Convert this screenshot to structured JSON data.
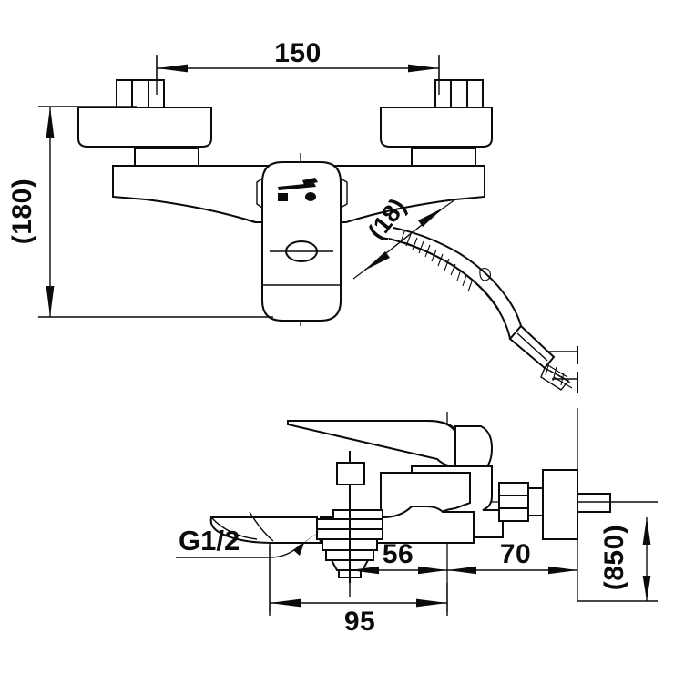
{
  "drawing": {
    "title": "Wall-mounted bath shower mixer tap dimension drawing",
    "line_color": "#0b0b0b",
    "background_color": "#ffffff",
    "units": "mm"
  },
  "dimensions": {
    "width_150": "150",
    "height_180": "(180)",
    "hose_18": "(18)",
    "offset_56": "56",
    "offset_70": "70",
    "span_95": "95",
    "mount_height_850": "(850)"
  },
  "labels": {
    "thread_spec": "G1/2"
  },
  "views": {
    "front_view_name": "front-elevation",
    "side_view_name": "side-elevation"
  },
  "parts": {
    "left_escutcheon": "left-escutcheon",
    "right_escutcheon": "right-escutcheon",
    "body": "mixer-body",
    "lever": "lever-handle",
    "handshower": "hand-shower",
    "spout": "bath-spout",
    "diverter": "diverter-knob",
    "outlet": "shower-outlet-connector"
  }
}
